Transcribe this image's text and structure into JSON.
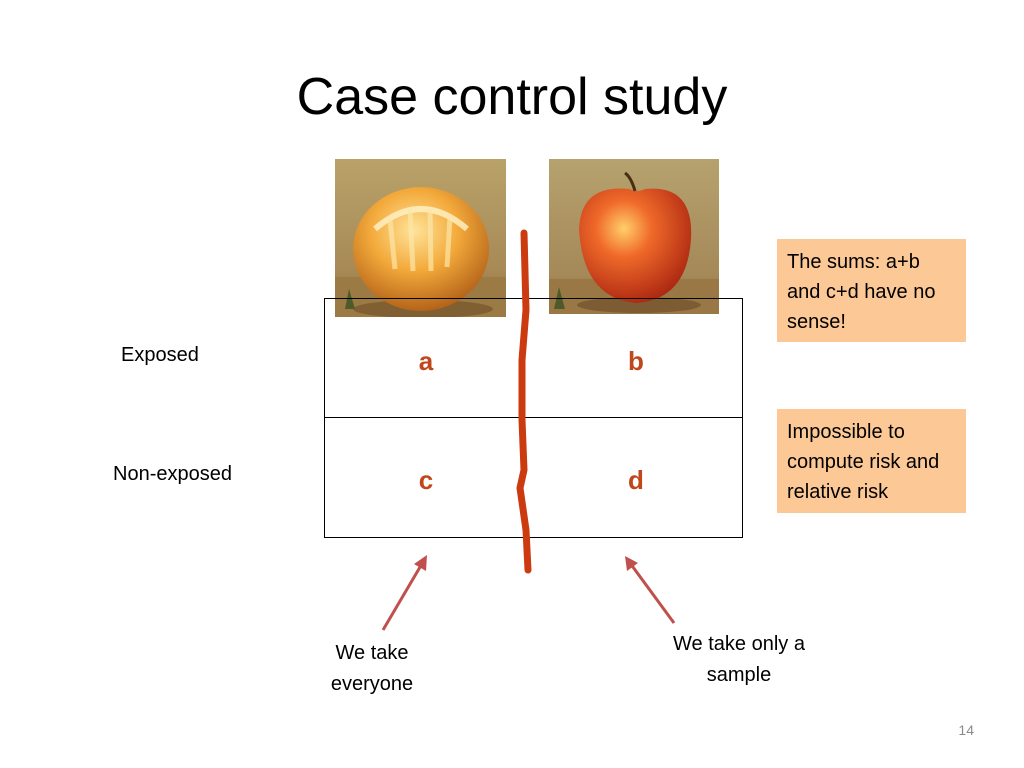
{
  "title": "Case control study",
  "row_labels": {
    "exposed": "Exposed",
    "non_exposed": "Non-exposed"
  },
  "cells": {
    "a": "a",
    "b": "b",
    "c": "c",
    "d": "d"
  },
  "notes": {
    "sums": "The sums: a+b and c+d have no sense!",
    "risk": "Impossible to compute risk and relative risk"
  },
  "captions": {
    "everyone": "We take everyone",
    "sample": "We take only a sample"
  },
  "page_number": "14",
  "images": {
    "left": "peeled-orange",
    "right": "red-apple"
  },
  "colors": {
    "accent": "#c0461c",
    "note_background": "#fcc896",
    "divider": "#cc3a10",
    "arrow": "#c0504d"
  }
}
